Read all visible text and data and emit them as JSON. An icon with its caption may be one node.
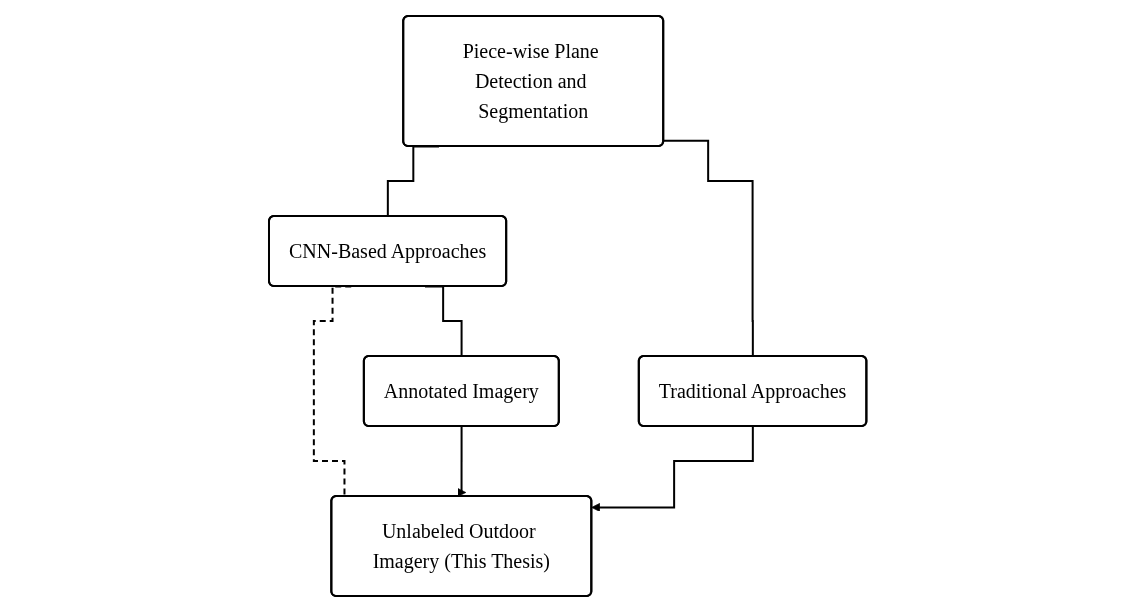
{
  "diagram": {
    "nodes": [
      {
        "text": [
          "Piece-wise Plane Detection and Segmentation"
        ]
      },
      {
        "text": [
          "CNN-Based Approaches"
        ]
      },
      {
        "text": [
          "Traditional Approaches"
        ]
      },
      {
        "text": [
          "Annotated Imagery"
        ]
      },
      {
        "text": [
          "Unlabeled Outdoor Imagery (This Thesis)"
        ]
      }
    ],
    "edges": [
      {
        "from": 0,
        "to": 1,
        "arrow": "none"
      },
      {
        "from": 0,
        "to": 2,
        "arrow": "none"
      },
      {
        "from": 1,
        "to": 3,
        "arrow": "none"
      },
      {
        "from": 1,
        "to": 4,
        "arrow": "none",
        "style": "dashed"
      },
      {
        "from": 3,
        "to": 4,
        "arrow": "to"
      },
      {
        "from": 2,
        "to": 4,
        "arrow": "to"
      }
    ]
  }
}
